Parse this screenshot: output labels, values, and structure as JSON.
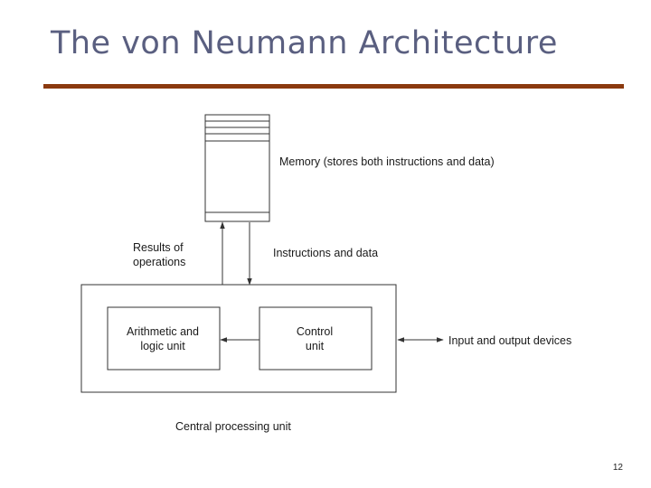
{
  "slide": {
    "title": "The von Neumann Architecture",
    "page_number": "12"
  },
  "diagram": {
    "memory_label": "Memory (stores both instructions and data)",
    "results_label_line1": "Results of",
    "results_label_line2": "operations",
    "instructions_label": "Instructions and data",
    "alu_line1": "Arithmetic and",
    "alu_line2": "logic unit",
    "control_line1": "Control",
    "control_line2": "unit",
    "io_label": "Input and output devices",
    "cpu_label": "Central processing unit"
  },
  "colors": {
    "title": "#5a5f80",
    "rule": "#8b3a0f",
    "lines": "#333333"
  }
}
